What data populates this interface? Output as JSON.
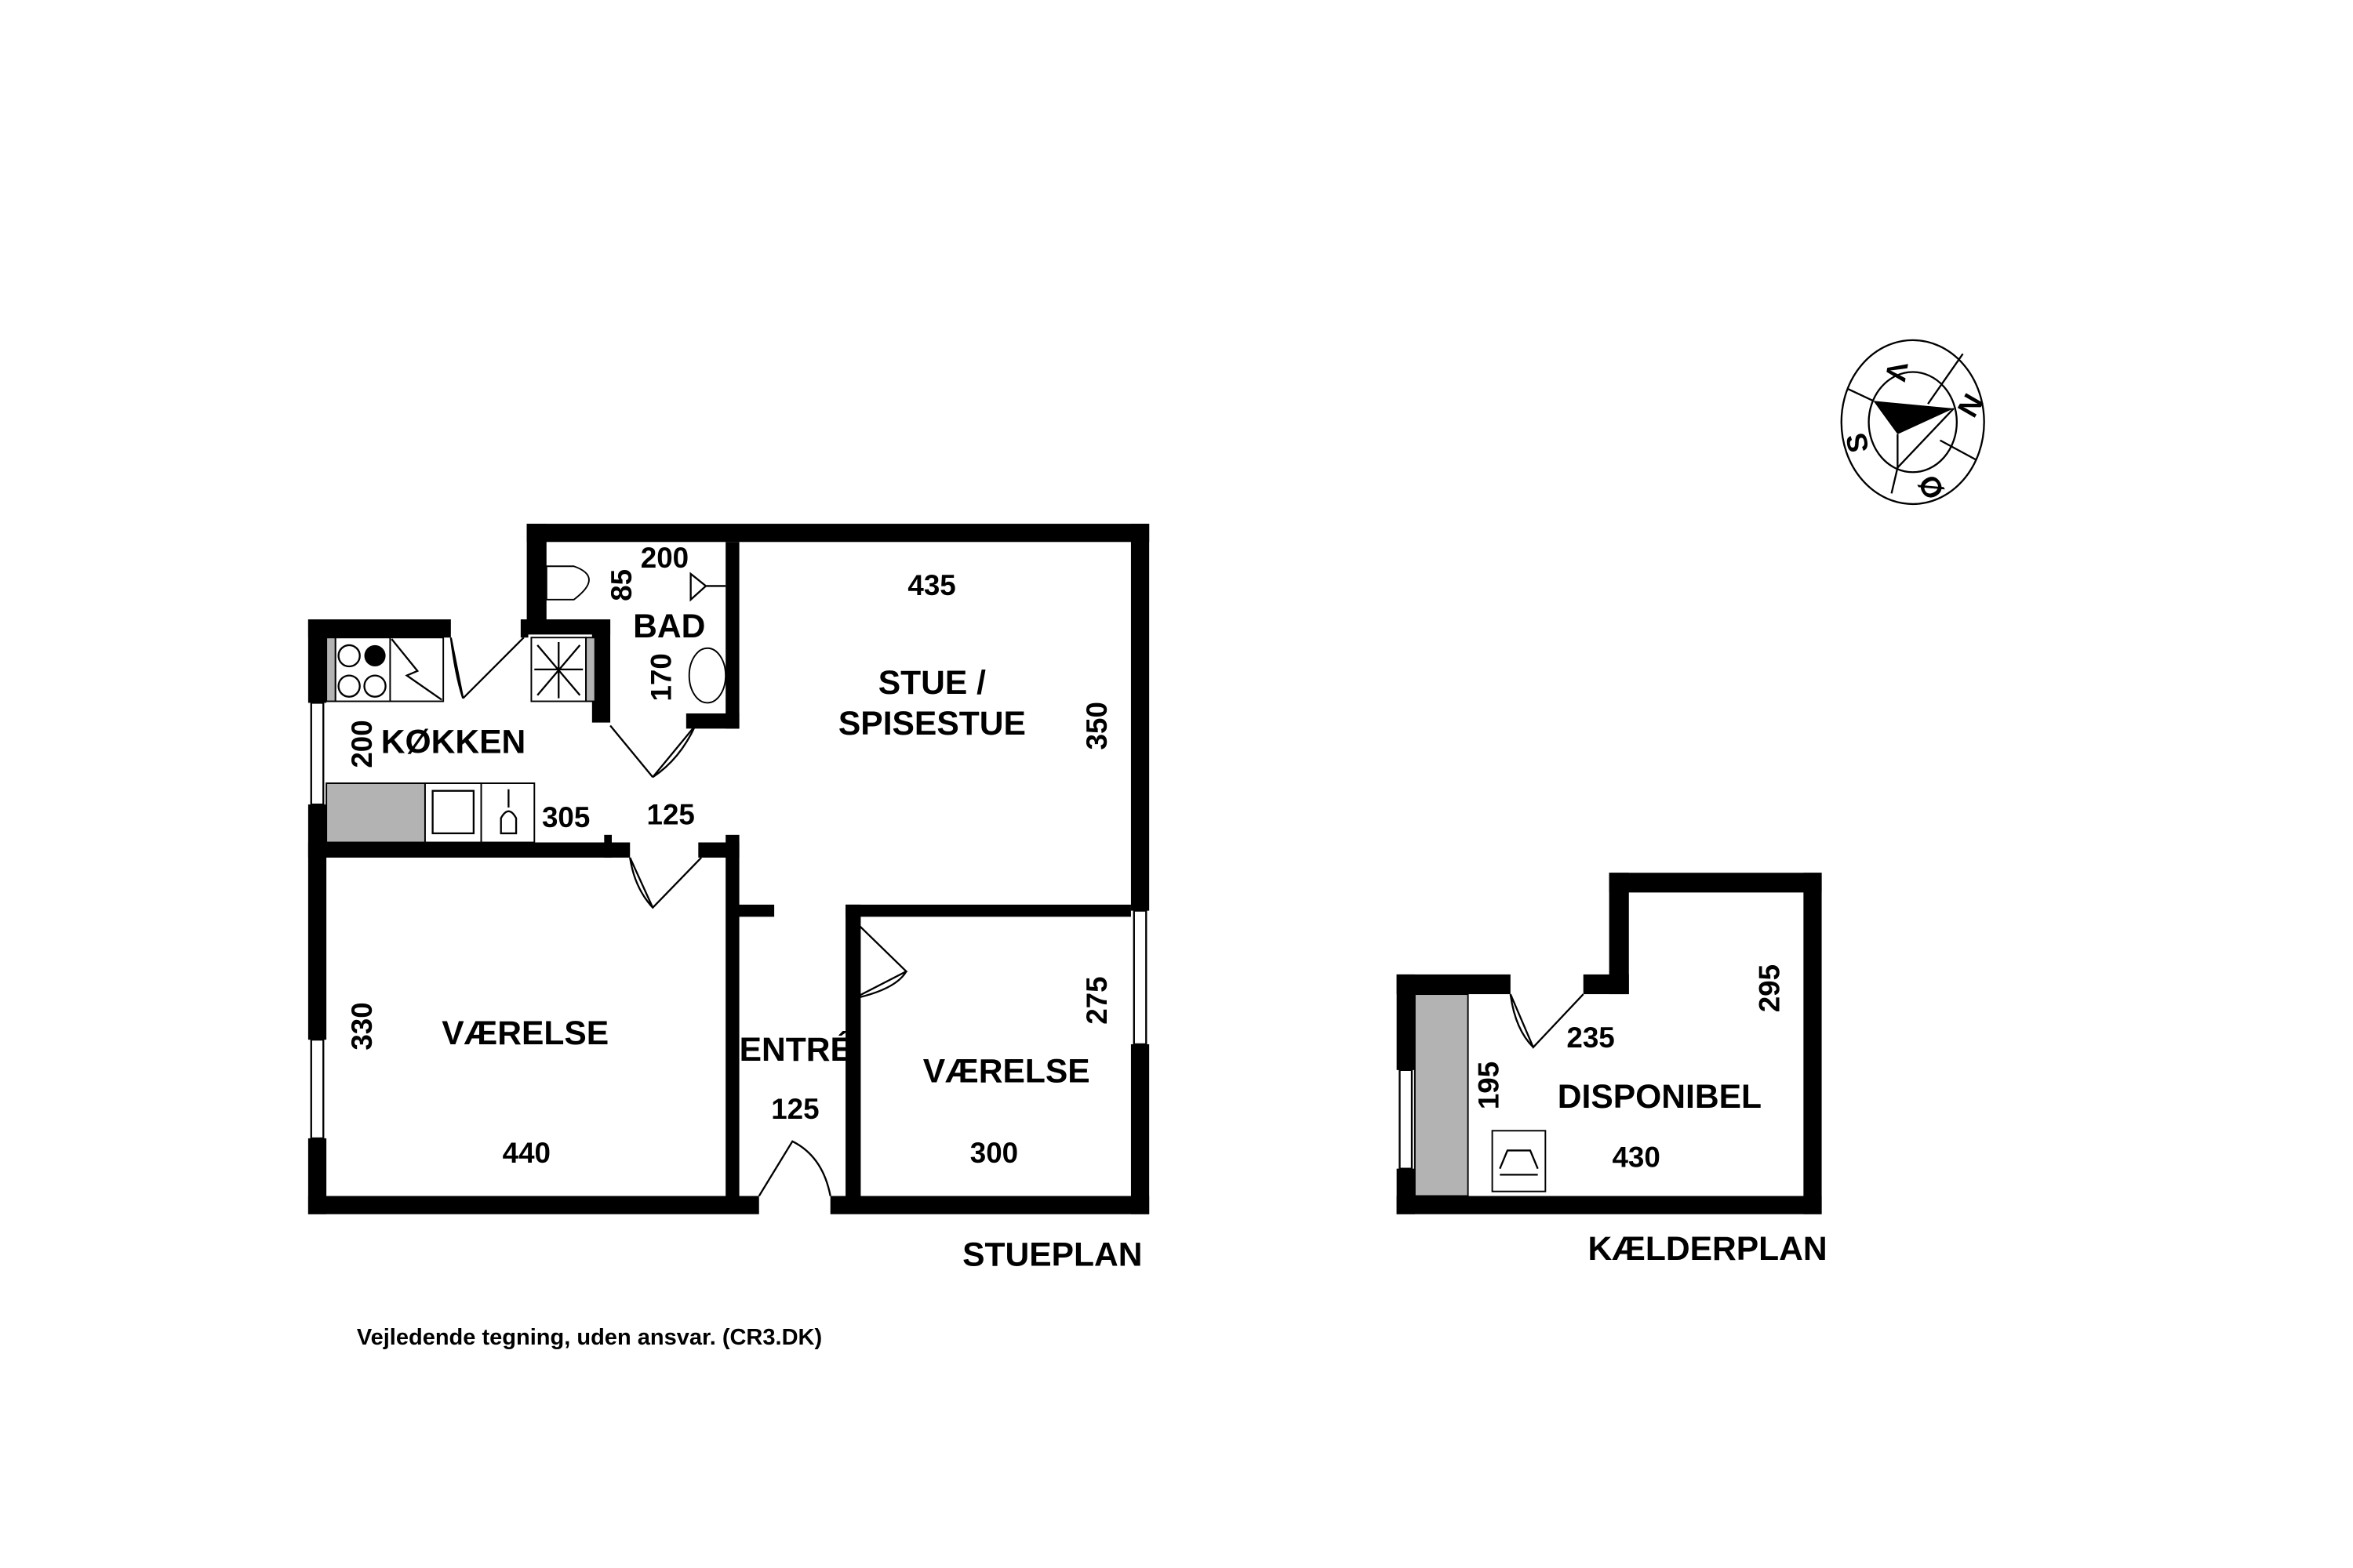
{
  "compass": {
    "north": "N",
    "south": "S",
    "east": "Ø",
    "west": "V"
  },
  "stueplan": {
    "title": "STUEPLAN",
    "rooms": {
      "bad": {
        "label": "BAD",
        "dims": [
          "200",
          "85",
          "170"
        ]
      },
      "kokken": {
        "label": "KØKKEN",
        "dims": [
          "200",
          "305"
        ]
      },
      "stue": {
        "label_line1": "STUE /",
        "label_line2": "SPISESTUE",
        "dims": [
          "435",
          "350"
        ]
      },
      "gang": {
        "dims": [
          "125"
        ]
      },
      "vaerelse1": {
        "label": "VÆRELSE",
        "dims": [
          "330",
          "440"
        ]
      },
      "entre": {
        "label": "ENTRÉ",
        "dims": [
          "125"
        ]
      },
      "vaerelse2": {
        "label": "VÆRELSE",
        "dims": [
          "275",
          "300"
        ]
      }
    }
  },
  "kaelderplan": {
    "title": "KÆLDERPLAN",
    "rooms": {
      "disponibel": {
        "label": "DISPONIBEL",
        "dims": [
          "235",
          "295",
          "195",
          "430"
        ]
      }
    }
  },
  "disclaimer": "Vejledende tegning, uden ansvar. (CR3.DK)"
}
